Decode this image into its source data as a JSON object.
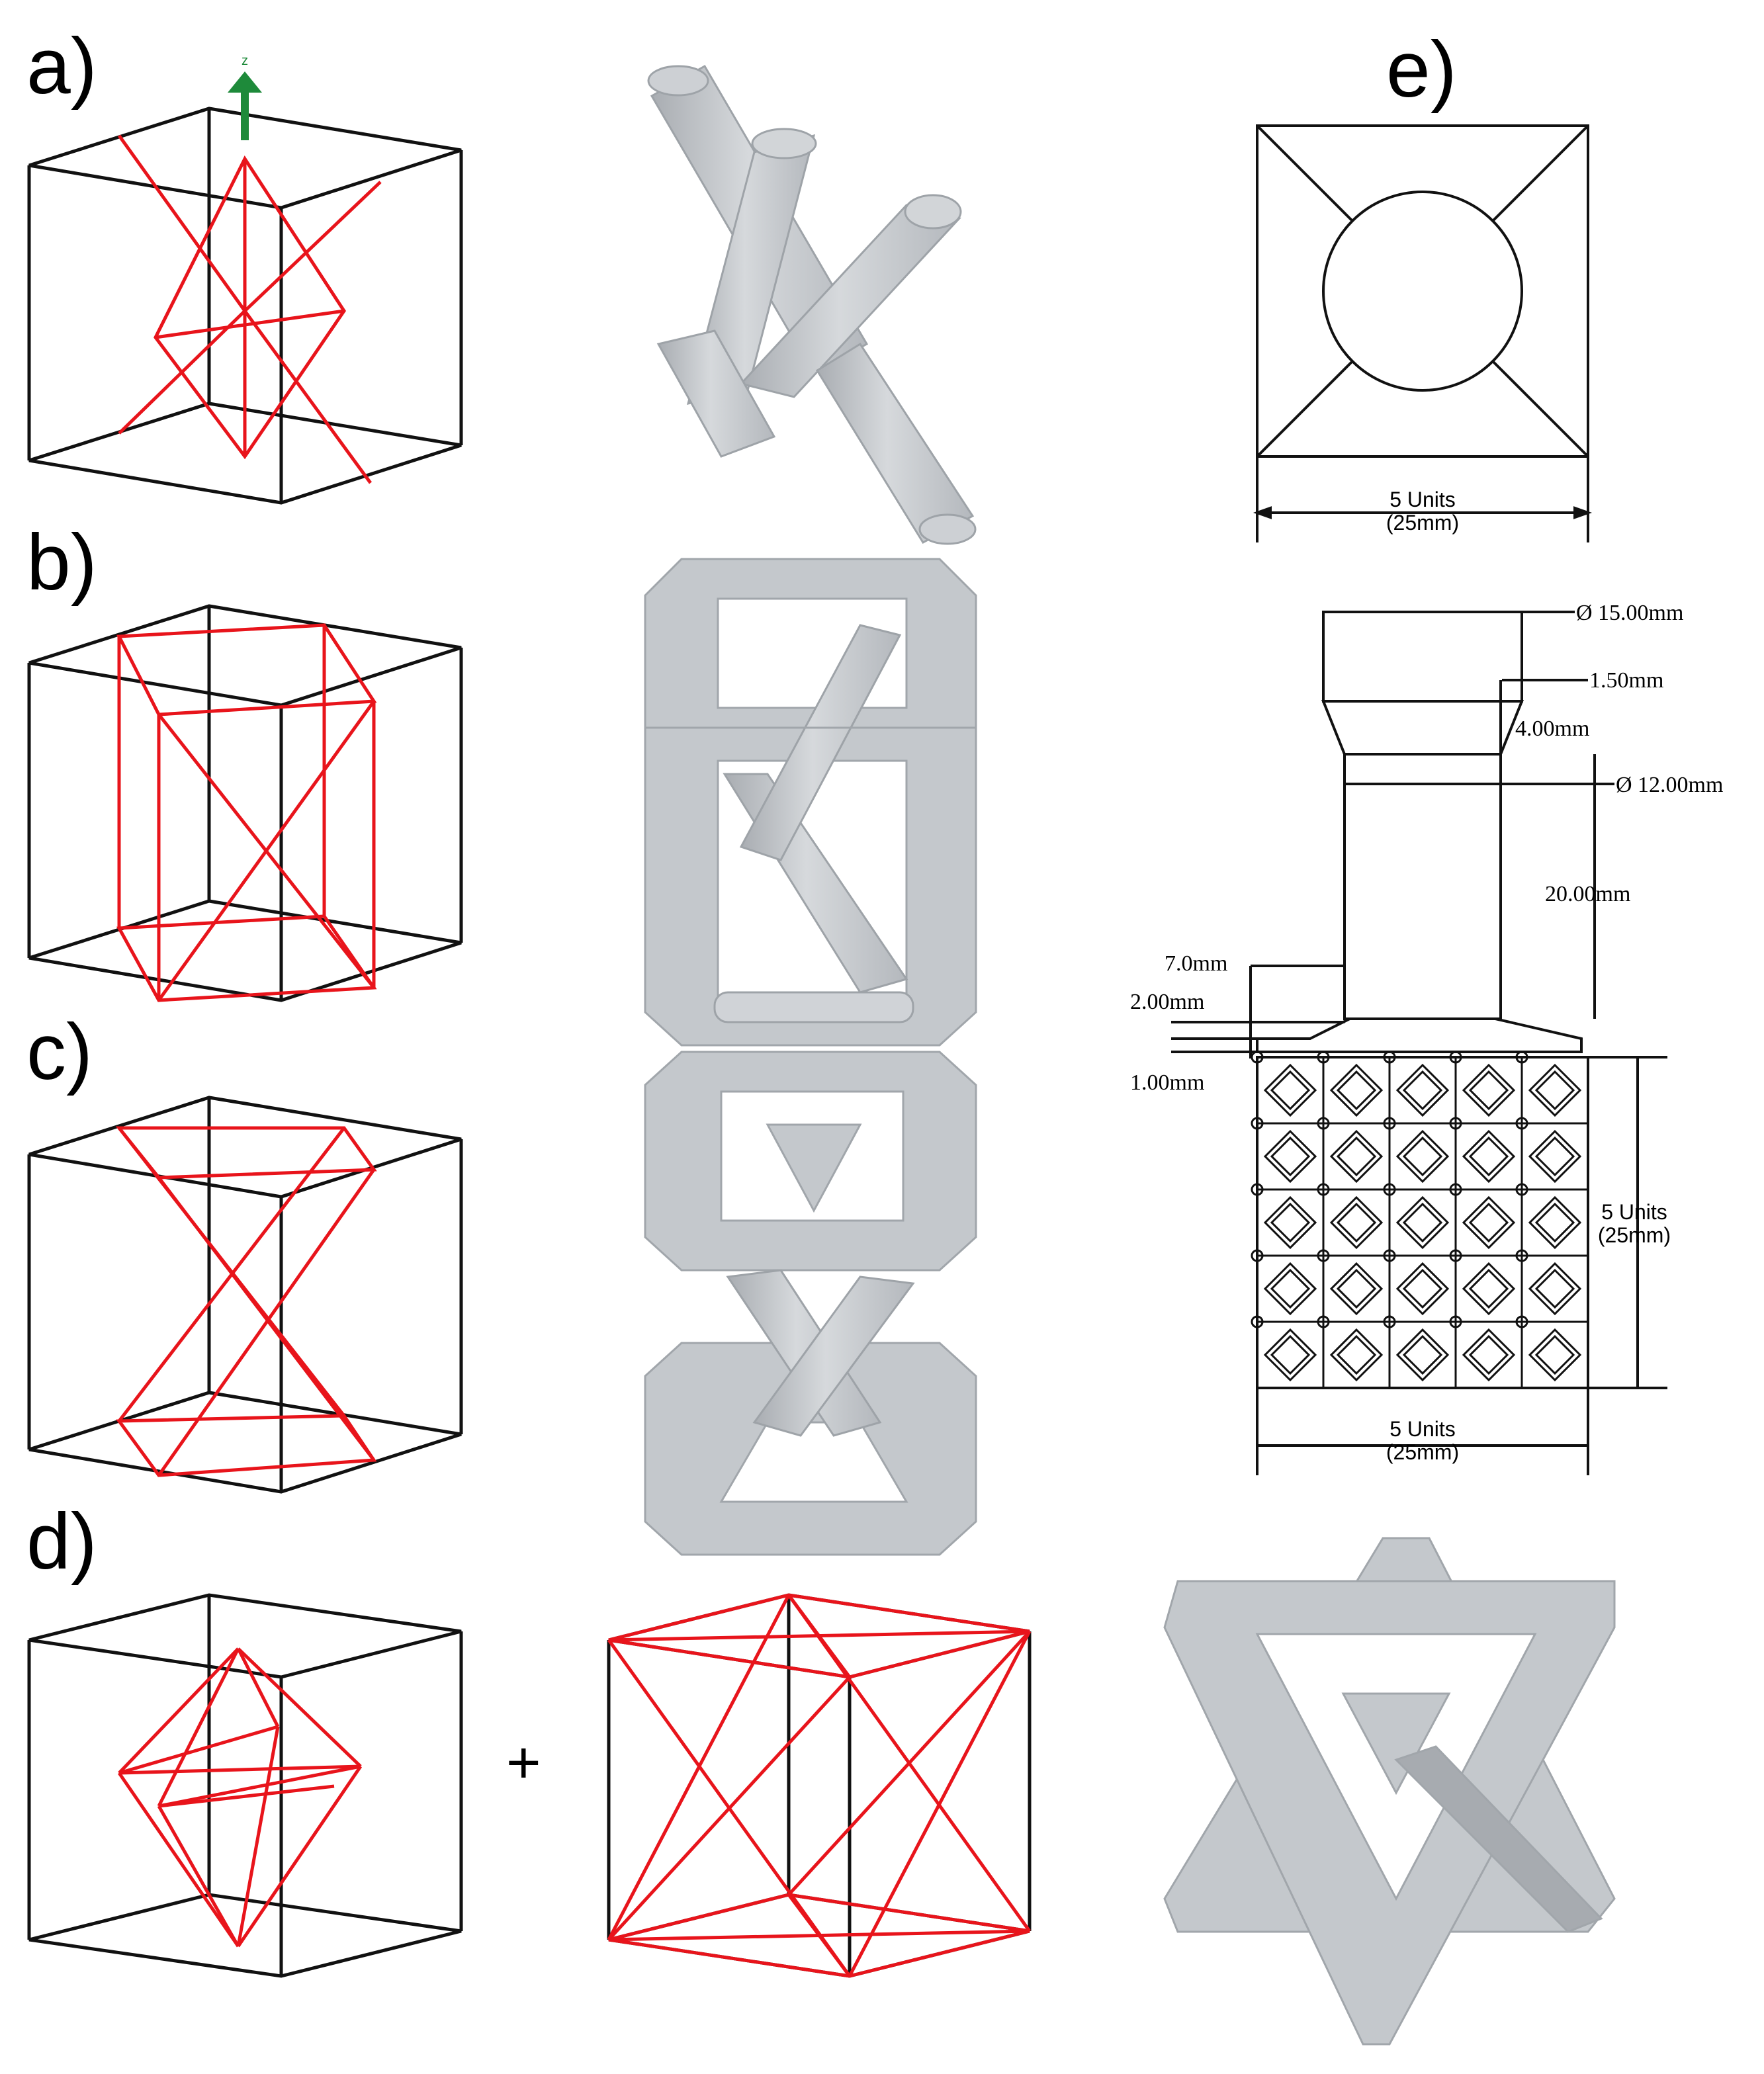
{
  "panels": {
    "a": {
      "label": "a)",
      "axis_label": "z"
    },
    "b": {
      "label": "b)"
    },
    "c": {
      "label": "c)"
    },
    "d": {
      "label": "d)",
      "plus": "+"
    },
    "e": {
      "label": "e)"
    }
  },
  "dimensions": {
    "top_width": {
      "line1": "5 Units",
      "line2": "(25mm)"
    },
    "diameter_top": "Ø 15.00mm",
    "chamfer": "1.50mm",
    "taper_height": "4.00mm",
    "diameter_shaft": "Ø 12.00mm",
    "shaft_height": "20.00mm",
    "offset": "7.0mm",
    "base_thickness": "2.00mm",
    "plate_thickness": "1.00mm",
    "side_height": {
      "line1": "5 Units",
      "line2": "(25mm)"
    },
    "bottom_width": {
      "line1": "5 Units",
      "line2": "(25mm)"
    }
  },
  "colors": {
    "frame": "#111111",
    "strut": "#e8141b",
    "render": "#c9ccd0",
    "axis": "#1e8a3a"
  }
}
